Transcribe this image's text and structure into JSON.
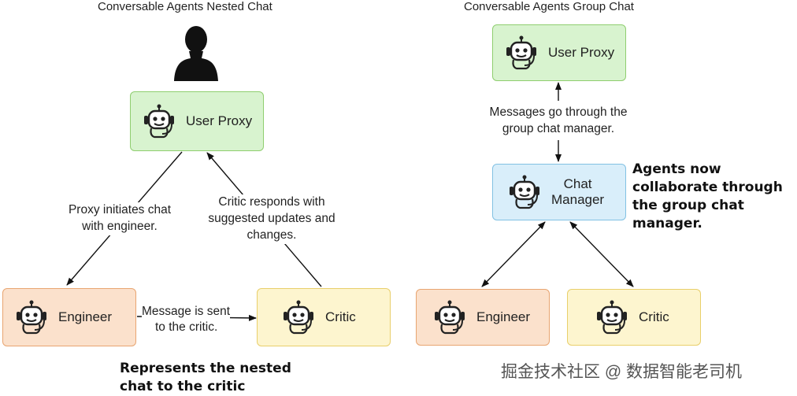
{
  "left": {
    "title": "Conversable Agents Nested Chat",
    "user_proxy": "User Proxy",
    "engineer": "Engineer",
    "critic": "Critic",
    "proxy_to_engineer": "Proxy initiates chat with engineer.",
    "critic_to_proxy": "Critic responds with suggested updates and changes.",
    "message_sent": "Message is sent",
    "message_sent_2": "to the critic.",
    "note": "Represents the nested chat to the critic"
  },
  "right": {
    "title": "Conversable Agents Group Chat",
    "user_proxy": "User Proxy",
    "chat_manager_line1": "Chat",
    "chat_manager_line2": "Manager",
    "engineer": "Engineer",
    "critic": "Critic",
    "messages_note": "Messages go through the group chat manager.",
    "collab_note": "Agents now collaborate through the group chat manager."
  },
  "watermark": "掘金技术社区 @ 数据智能老司机",
  "colors": {
    "user_proxy_fill": "#d8f3cf",
    "engineer_fill": "#fbe1cc",
    "critic_fill": "#fdf5cf",
    "chat_manager_fill": "#d9eefa"
  },
  "icons": [
    "person-silhouette-icon",
    "robot-headset-icon"
  ]
}
